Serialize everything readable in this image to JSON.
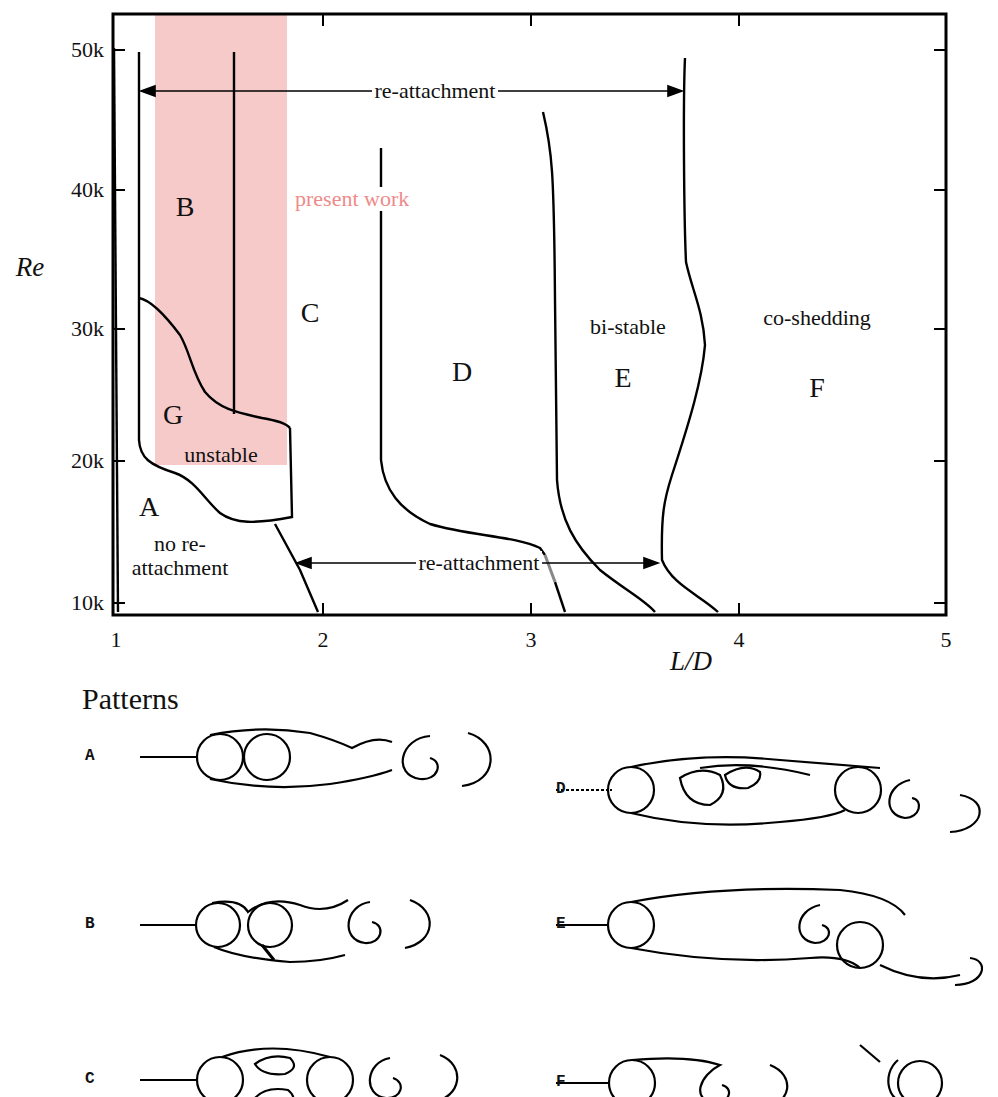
{
  "diagram": {
    "labels": [
      "50k",
      "40k",
      "30k",
      "20k",
      "10k",
      "Re",
      "1",
      "2",
      "3",
      "4",
      "5",
      "L/D",
      "re-attachment",
      "present work",
      "B",
      "C",
      "D",
      "bi-stable",
      "E",
      "co-shedding",
      "F",
      "G",
      "unstable",
      "A",
      "no re-attachment",
      "re-attachment",
      "Patterns",
      "A",
      "D",
      "B",
      "E",
      "C",
      "F"
    ]
  }
}
